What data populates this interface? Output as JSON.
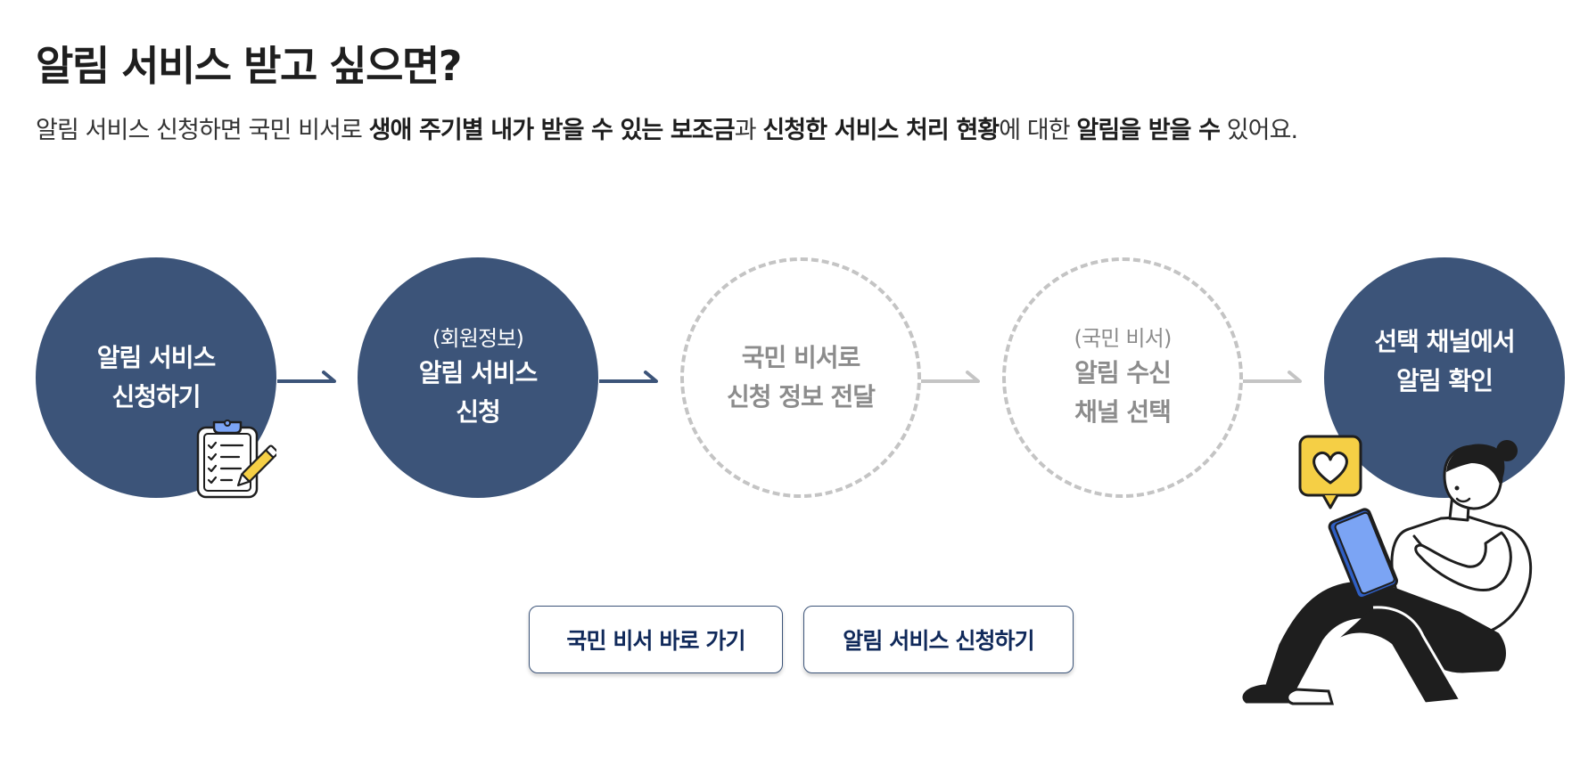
{
  "header": {
    "title": "알림 서비스 받고 싶으면?",
    "intro": {
      "t1": "알림 서비스 신청하면 국민 비서로 ",
      "b1": "생애 주기별 내가 받을 수 있는 보조금",
      "t2": "과 ",
      "b2": "신청한 서비스 처리 현황",
      "t3": "에 대한 ",
      "b3": "알림을 받을 수",
      "t4": " 있어요."
    }
  },
  "steps": [
    {
      "sub": "",
      "main": "알림 서비스\n신청하기",
      "style": "filled"
    },
    {
      "sub": "(회원정보)",
      "main": "알림 서비스\n신청",
      "style": "filled"
    },
    {
      "sub": "",
      "main": "국민 비서로\n신청 정보 전달",
      "style": "dashed"
    },
    {
      "sub": "(국민 비서)",
      "main": "알림 수신\n채널 선택",
      "style": "dashed"
    },
    {
      "sub": "",
      "main": "선택 채널에서\n알림 확인",
      "style": "filled"
    }
  ],
  "buttons": {
    "go_secretary": "국민 비서 바로 가기",
    "apply_alert": "알림 서비스 신청하기"
  },
  "colors": {
    "filled_circle": "#3c5479",
    "dashed_border": "#c4c4c4",
    "button_text": "#10295a",
    "heart_badge": "#f5cf45",
    "tablet": "#7ba4f4"
  },
  "icons": {
    "step1": "clipboard-checklist-icon",
    "step5": "person-with-tablet-illustration"
  }
}
